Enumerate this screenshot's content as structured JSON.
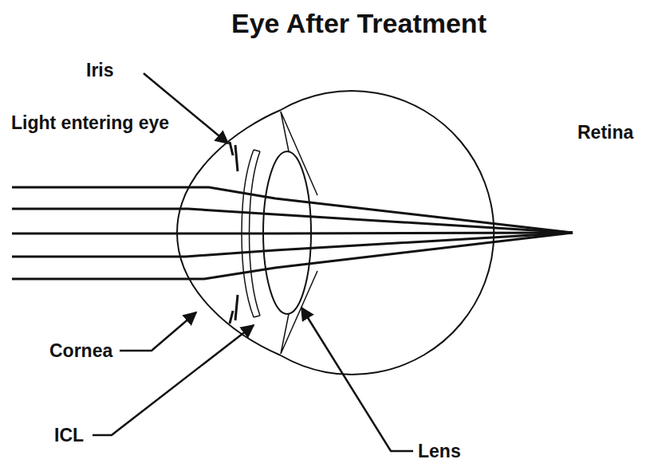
{
  "diagram": {
    "title": "Eye After Treatment",
    "labels": [
      "Iris",
      "Light entering eye",
      "Retina",
      "Cornea",
      "ICL",
      "Lens"
    ]
  }
}
